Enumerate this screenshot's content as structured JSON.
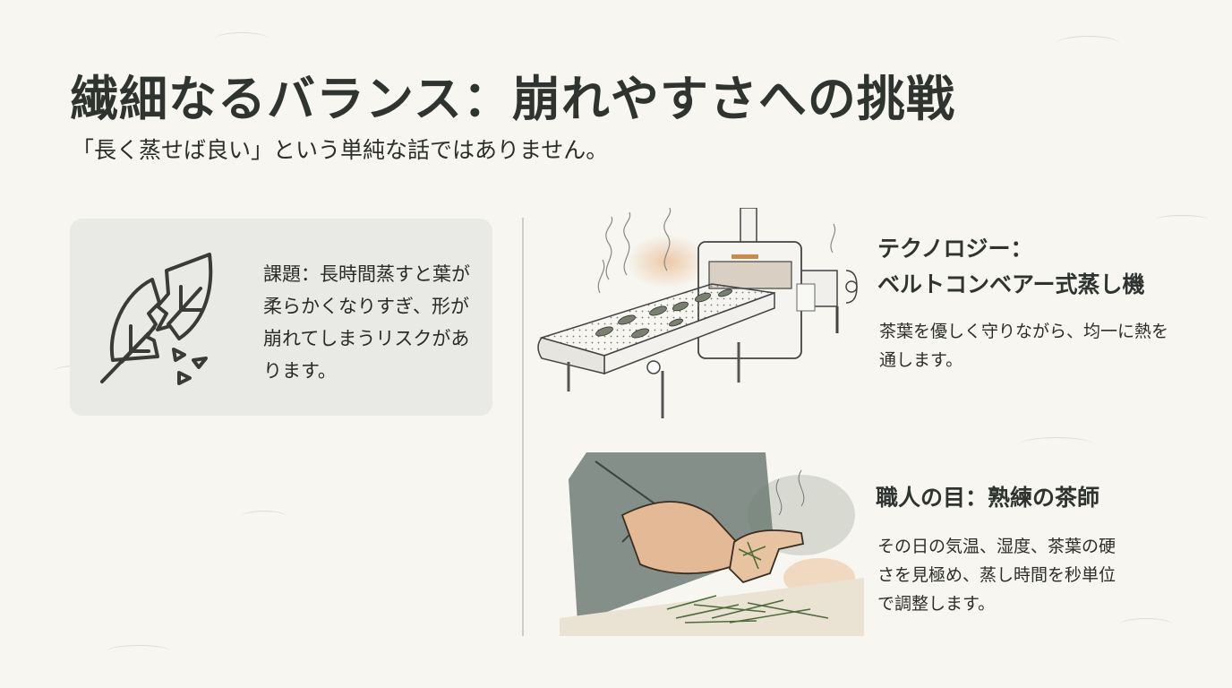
{
  "slide": {
    "title": "繊細なるバランス：崩れやすさへの挑戦",
    "subtitle": "「長く蒸せば良い」という単純な話ではありません。",
    "challenge_card": {
      "icon": "broken-leaf-icon",
      "text": "課題：長時間蒸すと葉が柔らかくなりすぎ、形が崩れてしまうリスクがあります。"
    },
    "features": [
      {
        "illustration": "belt-conveyor-steamer-illustration",
        "title_line1": "テクノロジー：",
        "title_line2": "ベルトコンベアー式蒸し機",
        "description": "茶葉を優しく守りながら、均一に熱を通します。"
      },
      {
        "illustration": "tea-master-hands-illustration",
        "title_line1": "職人の目：熟練の茶師",
        "description": "その日の気温、湿度、茶葉の硬さを見極め、蒸し時間を秒単位で調整します。"
      }
    ]
  },
  "colors": {
    "background": "#f7f6f1",
    "card": "#e9e9e5",
    "text": "#2c2e2b",
    "divider": "#cfcdc7",
    "steam_orange": "#e8b488",
    "leaf_green": "#5e7a45",
    "robe_gray": "#6f7d76"
  }
}
